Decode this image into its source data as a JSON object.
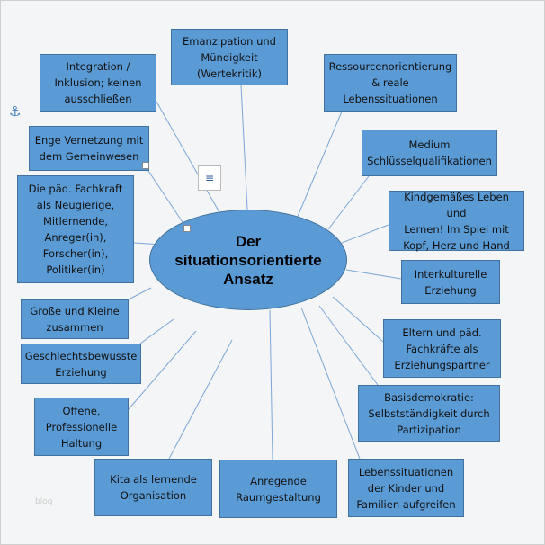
{
  "center": "Der\nsituationsorientierte\nAnsatz",
  "boxes": [
    "Emanzipation und\nMündigkeit\n(Wertekritik)",
    "Integration /\nInklusion; keinen\nausschließen",
    "Ressourcenorientierung\n& reale\nLebenssituationen",
    "Enge Vernetzung mit\ndem Gemeinwesen",
    "Medium\nSchlüsselqualifikationen",
    "Die päd. Fachkraft\nals Neugierige,\nMitlernende,\nAnreger(in),\nForscher(in),\nPolitiker(in)",
    "Kindgemäßes Leben und\nLernen! Im Spiel mit\nKopf, Herz und Hand",
    "Interkulturelle\nErziehung",
    "Große und Kleine\nzusammen",
    "Geschlechtsbewusste\nErziehung",
    "Eltern und päd.\nFachkräfte als\nErziehungspartner",
    "Basisdemokratie:\nSelbstständigkeit durch\nPartizipation",
    "Offene,\nProfessionelle\nHaltung",
    "Kita als lernende\nOrganisation",
    "Anregende\nRaumgestaltung",
    "Lebenssituationen\nder Kinder und\nFamilien aufgreifen"
  ],
  "watermark": "blog",
  "colors": {
    "box": "#5b9bd5",
    "border": "#41719c",
    "background": "#f4f5f6"
  }
}
